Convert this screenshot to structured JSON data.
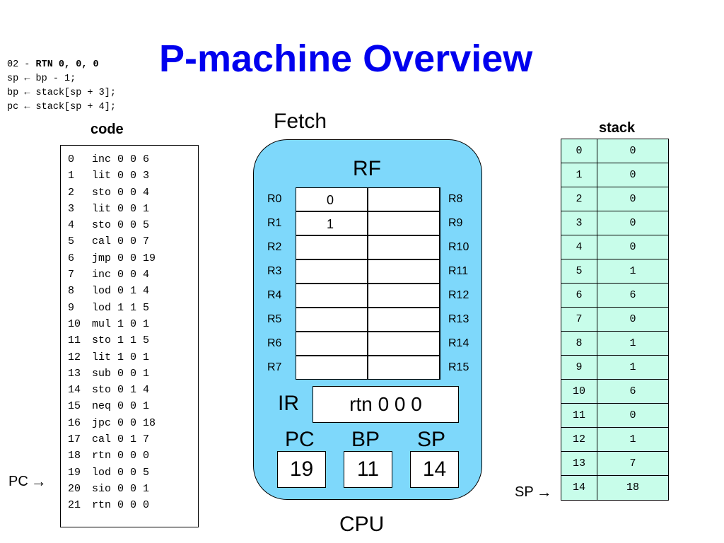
{
  "title": "P-machine Overview",
  "note": {
    "line1_num": "02 - ",
    "line1_instr": "RTN 0, 0, 0",
    "line2_lhs": "sp ",
    "line2_rhs": " bp - 1;",
    "line3_lhs": "bp ",
    "line3_rhs": " stack[sp + 3];",
    "line4_lhs": "pc ",
    "line4_rhs": " stack[sp + 4];",
    "arrow_glyph": "←"
  },
  "code": {
    "heading": "code",
    "rows": [
      {
        "i": "0",
        "t": "inc 0 0 6"
      },
      {
        "i": "1",
        "t": "lit 0 0 3"
      },
      {
        "i": "2",
        "t": "sto 0 0 4"
      },
      {
        "i": "3",
        "t": "lit 0 0 1"
      },
      {
        "i": "4",
        "t": "sto 0 0 5"
      },
      {
        "i": "5",
        "t": "cal 0 0 7"
      },
      {
        "i": "6",
        "t": "jmp 0 0 19"
      },
      {
        "i": "7",
        "t": "inc 0 0 4"
      },
      {
        "i": "8",
        "t": "lod 0 1 4"
      },
      {
        "i": "9",
        "t": "lod 1 1 5"
      },
      {
        "i": "10",
        "t": "mul 1 0 1"
      },
      {
        "i": "11",
        "t": "sto 1 1 5"
      },
      {
        "i": "12",
        "t": "lit 1 0 1"
      },
      {
        "i": "13",
        "t": "sub 0 0 1"
      },
      {
        "i": "14",
        "t": "sto 0 1 4"
      },
      {
        "i": "15",
        "t": "neq 0 0 1"
      },
      {
        "i": "16",
        "t": "jpc 0 0 18"
      },
      {
        "i": "17",
        "t": "cal 0 1 7"
      },
      {
        "i": "18",
        "t": "rtn 0 0 0"
      },
      {
        "i": "19",
        "t": "lod 0 0 5"
      },
      {
        "i": "20",
        "t": "sio 0 0 1"
      },
      {
        "i": "21",
        "t": "rtn 0 0 0"
      }
    ],
    "pc_pointer_label": "PC",
    "pointer_arrow": "→"
  },
  "cpu": {
    "fetch_label": "Fetch",
    "cpu_label": "CPU",
    "rf_label": "RF",
    "left_regs": [
      "R0",
      "R1",
      "R2",
      "R3",
      "R4",
      "R5",
      "R6",
      "R7"
    ],
    "right_regs": [
      "R8",
      "R9",
      "R10",
      "R11",
      "R12",
      "R13",
      "R14",
      "R15"
    ],
    "left_values": [
      "0",
      "1",
      "",
      "",
      "",
      "",
      "",
      ""
    ],
    "right_values": [
      "",
      "",
      "",
      "",
      "",
      "",
      "",
      ""
    ],
    "ir_label": "IR",
    "ir_value": "rtn 0 0 0",
    "pc_label": "PC",
    "pc_value": "19",
    "bp_label": "BP",
    "bp_value": "11",
    "sp_label": "SP",
    "sp_value": "14",
    "background_color": "#7ed8fb"
  },
  "stack": {
    "heading": "stack",
    "rows": [
      {
        "i": "0",
        "v": "0"
      },
      {
        "i": "1",
        "v": "0"
      },
      {
        "i": "2",
        "v": "0"
      },
      {
        "i": "3",
        "v": "0"
      },
      {
        "i": "4",
        "v": "0"
      },
      {
        "i": "5",
        "v": "1"
      },
      {
        "i": "6",
        "v": "6"
      },
      {
        "i": "7",
        "v": "0"
      },
      {
        "i": "8",
        "v": "1"
      },
      {
        "i": "9",
        "v": "1"
      },
      {
        "i": "10",
        "v": "6"
      },
      {
        "i": "11",
        "v": "0"
      },
      {
        "i": "12",
        "v": "1"
      },
      {
        "i": "13",
        "v": "7"
      },
      {
        "i": "14",
        "v": "18"
      }
    ],
    "sp_pointer_label": "SP",
    "cell_color": "#c8fdea"
  },
  "colors": {
    "title": "#0000ee"
  }
}
